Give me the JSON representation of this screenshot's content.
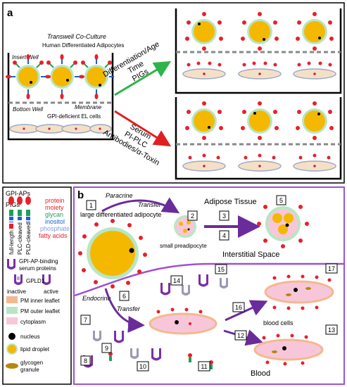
{
  "panel_a": {
    "label": "a",
    "insert_well": "Insert Well",
    "coculture_title": "Transwell Co-Culture",
    "adipocytes_label": "Human Differentiated Adipocytes",
    "bottom_well": "Bottom Well",
    "membrane": "Membrane",
    "el_cells": "GPI-deficient EL cells",
    "arrow_top_text": [
      "Differentiation/Age",
      "Time",
      "PIGs"
    ],
    "arrow_bottom_text": [
      "Serum",
      "PI-PLC",
      "Antibodies/α-Toxin"
    ]
  },
  "legend": {
    "gpi_aps": "GPI-APs",
    "pigs": "PIGs",
    "protein_moiety": [
      "protein",
      "moiety"
    ],
    "glycan": "glycan",
    "inositol": "inositol",
    "phosphate": "phosphate",
    "fatty_acids": "fatty acids",
    "full_length": "full-length",
    "plc_cleaved": "PLC-cleaved",
    "pld_cleaved": "PLD-cleaved",
    "serum_proteins": [
      "GPI-AP-binding",
      "serum proteins"
    ],
    "gpld1": "GPLD1",
    "inactive": "inactive",
    "active": "active",
    "pm_inner": "PM inner leaflet",
    "pm_outer": "PM outer leaflet",
    "cytoplasm": "cytoplasm",
    "nucleus": "nucleus",
    "lipid_droplet": "lipid droplet",
    "glycogen": [
      "glycogen",
      "granule"
    ]
  },
  "panel_b": {
    "label": "b",
    "paracrine": "Paracrine",
    "transfer": "Transfer",
    "adipose_tissue": "Adipose Tissue",
    "large_adipocyte": "large differentiated adipocyte",
    "small_preadipocyte": "small preadipocyte",
    "interstitial_space": "Interstitial Space",
    "endocrine": "Endocrine",
    "transfer2": "Transfer",
    "blood_cells": "blood cells",
    "blood": "Blood",
    "steps": [
      "1",
      "2",
      "3",
      "4",
      "5",
      "6",
      "7",
      "8",
      "9",
      "10",
      "11",
      "12",
      "13",
      "14",
      "15",
      "16",
      "17"
    ]
  },
  "colors": {
    "lipid": "#f5b800",
    "membrane_outer": "#b8e6c4",
    "cell_pink": "#f7c7d9",
    "el_cell": "#f5e0c6",
    "protein": "#e8202a",
    "glycan": "#1f9e5a",
    "inositol": "#1f5fd0",
    "purple": "#7b2fa5",
    "arrow_green": "#2fb34a",
    "arrow_red": "#e02020",
    "b_border": "#a050d0"
  }
}
